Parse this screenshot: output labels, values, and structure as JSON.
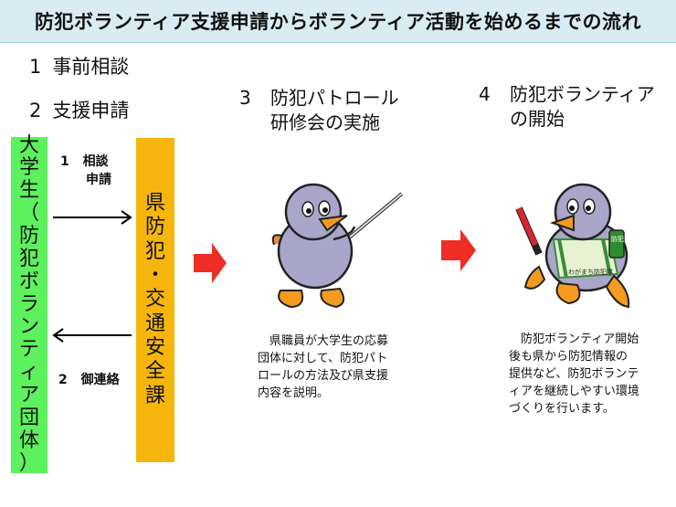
{
  "title": "防犯ボランティア支援申請からボランティア活動を始めるまでの流れ",
  "steps": {
    "s1": {
      "num": "1",
      "label": "事前相談"
    },
    "s2": {
      "num": "2",
      "label": "支援申請"
    },
    "s3": {
      "num": "3",
      "line1": "防犯パトロール",
      "line2": "研修会の実施"
    },
    "s4": {
      "num": "4",
      "line1": "防犯ボランティア",
      "line2": "の開始"
    }
  },
  "university_box": [
    "大",
    "学",
    "生",
    "（",
    "防",
    "犯",
    "ボ",
    "ラ",
    "ン",
    "テ",
    "ィ",
    "ア",
    "団",
    "体",
    "）"
  ],
  "prefecture_box": [
    "県",
    "防",
    "犯",
    "・",
    "交",
    "通",
    "安",
    "全",
    "課"
  ],
  "arrow_labels": {
    "consult_num": "1",
    "consult_line1": "相談",
    "consult_line2": "申請",
    "contact_num": "2",
    "contact_label": "御連絡"
  },
  "descriptions": {
    "training": [
      "　県職員が大学生の応募",
      "団体に対して、防犯パト",
      "ロールの方法及び県支援",
      "内容を説明。"
    ],
    "start": [
      "　防犯ボランティア開始",
      "後も県から防犯情報の",
      "提供など、防犯ボランテ",
      "ィアを継続しやすい環境",
      "づくりを行います。"
    ]
  },
  "mascot": {
    "vest_text": "わがまち防犯隊",
    "armband_text": "防犯"
  },
  "colors": {
    "title_bg": "#d9ecf3",
    "university_box": "#5df15d",
    "prefecture_box": "#f5b50c",
    "flow_arrow": "#ee2e24",
    "mascot_body": "#a9a6c9",
    "mascot_beak": "#f49a1f"
  },
  "icons": [
    "right-arrow-icon",
    "left-arrow-icon",
    "flow-arrow-icon",
    "mascot-pointer-icon",
    "mascot-baton-icon"
  ]
}
